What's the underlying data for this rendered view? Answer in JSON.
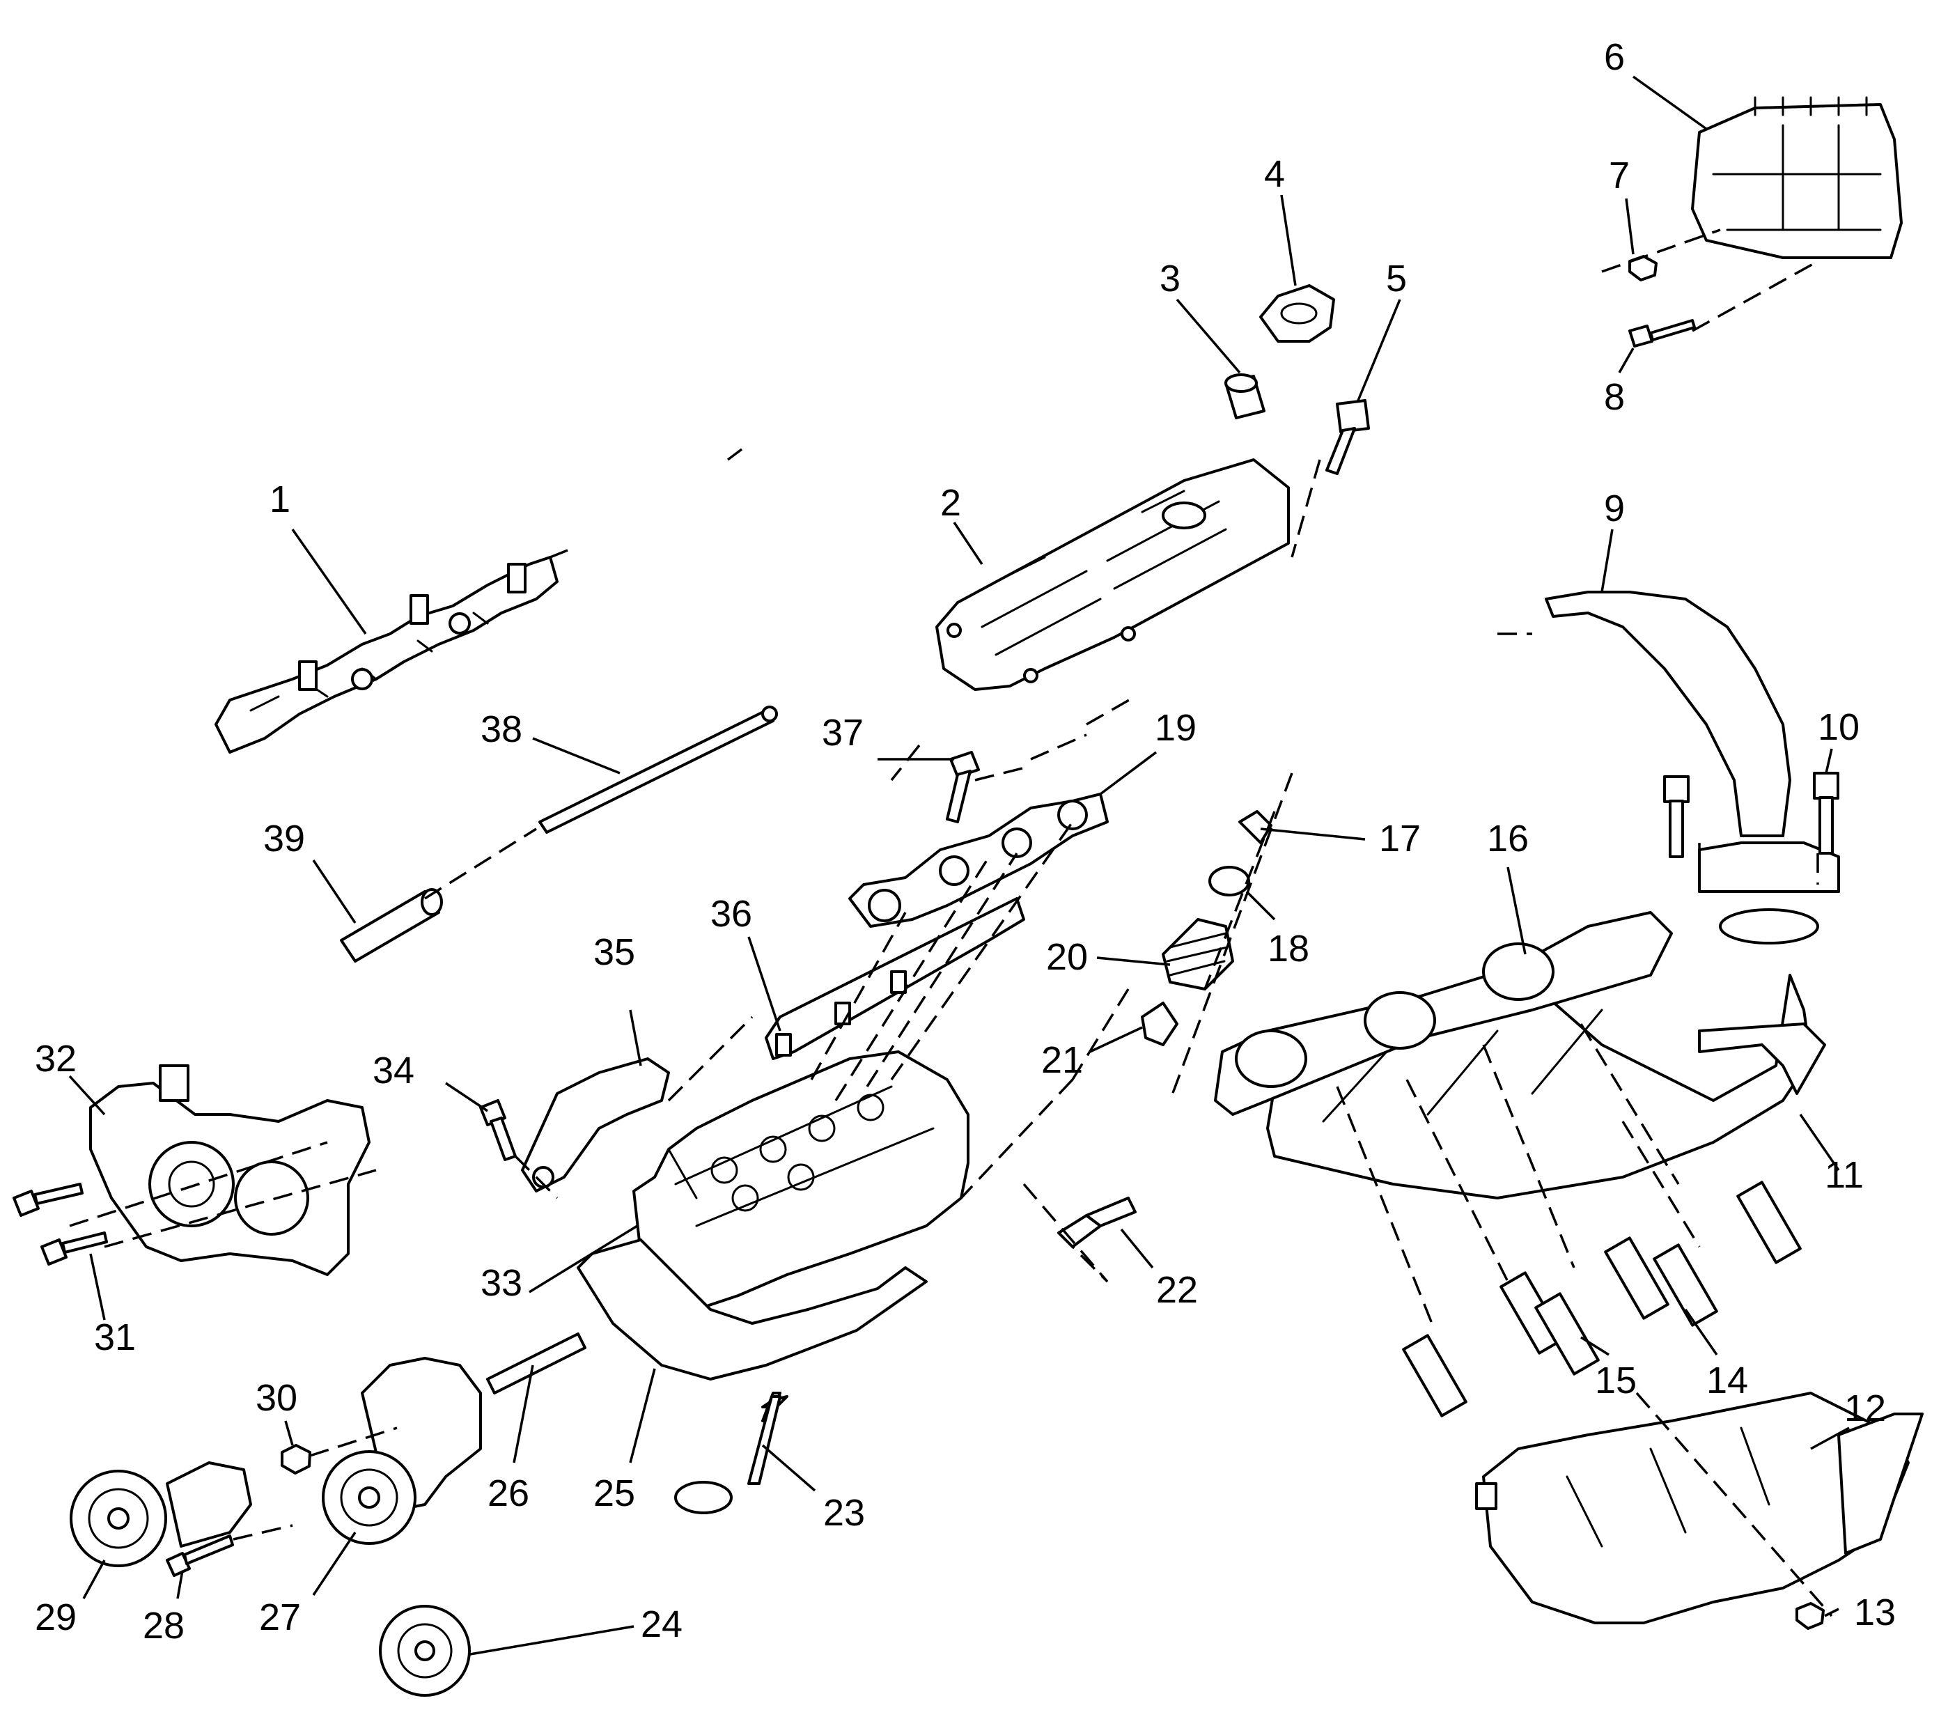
{
  "diagram": {
    "callouts": [
      {
        "id": 1,
        "label": "1"
      },
      {
        "id": 2,
        "label": "2"
      },
      {
        "id": 3,
        "label": "3"
      },
      {
        "id": 4,
        "label": "4"
      },
      {
        "id": 5,
        "label": "5"
      },
      {
        "id": 6,
        "label": "6"
      },
      {
        "id": 7,
        "label": "7"
      },
      {
        "id": 8,
        "label": "8"
      },
      {
        "id": 9,
        "label": "9"
      },
      {
        "id": 10,
        "label": "10"
      },
      {
        "id": 11,
        "label": "11"
      },
      {
        "id": 12,
        "label": "12"
      },
      {
        "id": 13,
        "label": "13"
      },
      {
        "id": 14,
        "label": "14"
      },
      {
        "id": 15,
        "label": "15"
      },
      {
        "id": 16,
        "label": "16"
      },
      {
        "id": 17,
        "label": "17"
      },
      {
        "id": 18,
        "label": "18"
      },
      {
        "id": 19,
        "label": "19"
      },
      {
        "id": 20,
        "label": "20"
      },
      {
        "id": 21,
        "label": "21"
      },
      {
        "id": 22,
        "label": "22"
      },
      {
        "id": 23,
        "label": "23"
      },
      {
        "id": 24,
        "label": "24"
      },
      {
        "id": 25,
        "label": "25"
      },
      {
        "id": 26,
        "label": "26"
      },
      {
        "id": 27,
        "label": "27"
      },
      {
        "id": 28,
        "label": "28"
      },
      {
        "id": 29,
        "label": "29"
      },
      {
        "id": 30,
        "label": "30"
      },
      {
        "id": 31,
        "label": "31"
      },
      {
        "id": 32,
        "label": "32"
      },
      {
        "id": 33,
        "label": "33"
      },
      {
        "id": 34,
        "label": "34"
      },
      {
        "id": 35,
        "label": "35"
      },
      {
        "id": 36,
        "label": "36"
      },
      {
        "id": 37,
        "label": "37"
      },
      {
        "id": 38,
        "label": "38"
      },
      {
        "id": 39,
        "label": "39"
      }
    ]
  }
}
